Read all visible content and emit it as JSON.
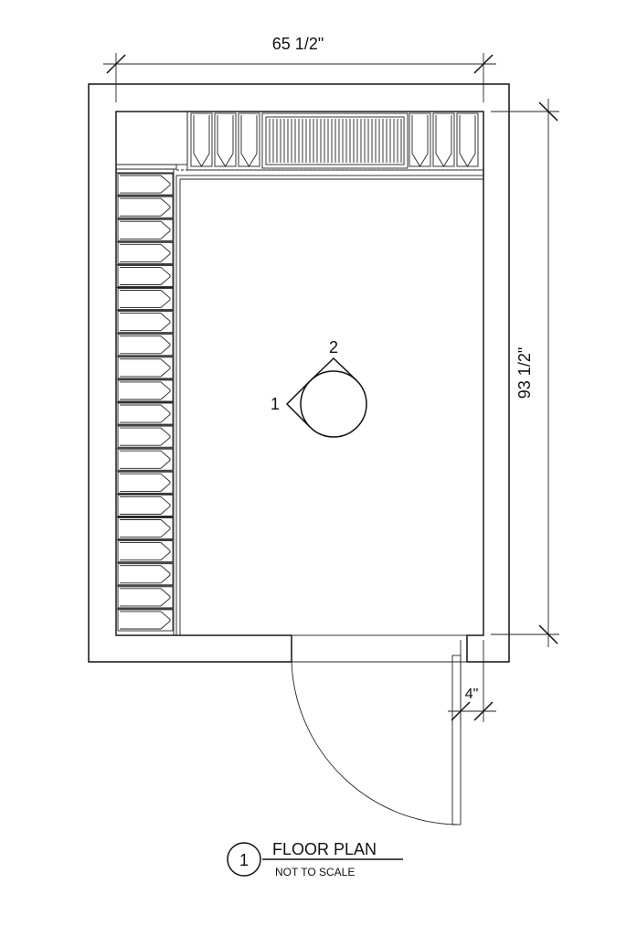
{
  "dimensions": {
    "width_label": "65 1/2\"",
    "height_label": "93 1/2\"",
    "door_offset_label": "4\""
  },
  "elevation_marker": {
    "label_1": "1",
    "label_2": "2"
  },
  "title_block": {
    "number": "1",
    "title": "FLOOR PLAN",
    "subtitle": "NOT TO SCALE"
  },
  "racks": {
    "left_bottle_count": 20,
    "top_left_bottle_count": 3,
    "top_right_bottle_count": 3
  }
}
